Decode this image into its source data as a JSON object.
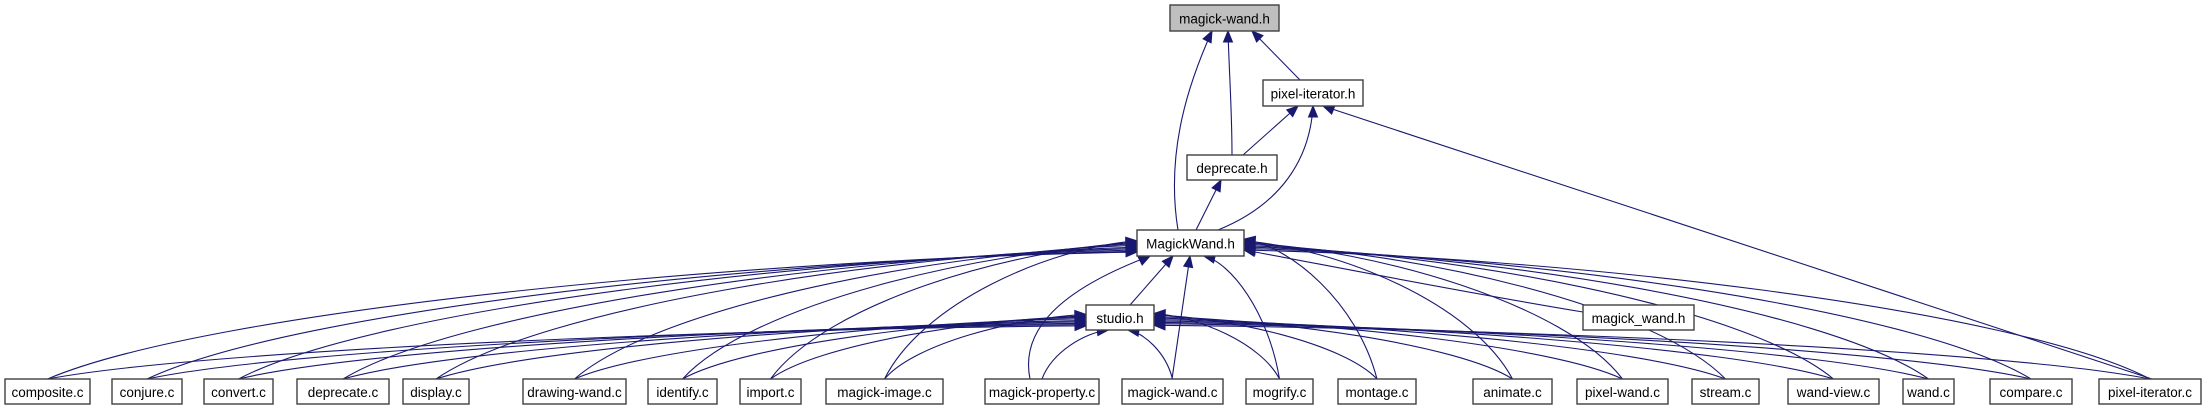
{
  "diagram": {
    "title": "magick-wand.h include dependency graph",
    "colors": {
      "edge": "#191970",
      "node_border": "#404040",
      "root_fill": "#bfbfbf",
      "node_fill": "#ffffff"
    },
    "nodes": [
      {
        "id": "magick-wand-h",
        "label": "magick-wand.h",
        "root": true
      },
      {
        "id": "pixel-iterator-h",
        "label": "pixel-iterator.h"
      },
      {
        "id": "deprecate-h",
        "label": "deprecate.h"
      },
      {
        "id": "MagickWand-h",
        "label": "MagickWand.h"
      },
      {
        "id": "studio-h",
        "label": "studio.h"
      },
      {
        "id": "magick_wand-h",
        "label": "magick_wand.h"
      },
      {
        "id": "composite-c",
        "label": "composite.c"
      },
      {
        "id": "conjure-c",
        "label": "conjure.c"
      },
      {
        "id": "convert-c",
        "label": "convert.c"
      },
      {
        "id": "deprecate-c",
        "label": "deprecate.c"
      },
      {
        "id": "display-c",
        "label": "display.c"
      },
      {
        "id": "drawing-wand-c",
        "label": "drawing-wand.c"
      },
      {
        "id": "identify-c",
        "label": "identify.c"
      },
      {
        "id": "import-c",
        "label": "import.c"
      },
      {
        "id": "magick-image-c",
        "label": "magick-image.c"
      },
      {
        "id": "magick-property-c",
        "label": "magick-property.c"
      },
      {
        "id": "magick-wand-c",
        "label": "magick-wand.c"
      },
      {
        "id": "mogrify-c",
        "label": "mogrify.c"
      },
      {
        "id": "montage-c",
        "label": "montage.c"
      },
      {
        "id": "animate-c",
        "label": "animate.c"
      },
      {
        "id": "pixel-wand-c",
        "label": "pixel-wand.c"
      },
      {
        "id": "stream-c",
        "label": "stream.c"
      },
      {
        "id": "wand-view-c",
        "label": "wand-view.c"
      },
      {
        "id": "wand-c",
        "label": "wand.c"
      },
      {
        "id": "compare-c",
        "label": "compare.c"
      },
      {
        "id": "pixel-iterator-c",
        "label": "pixel-iterator.c"
      }
    ],
    "edges": [
      {
        "from": "MagickWand-h",
        "to": "magick-wand-h"
      },
      {
        "from": "deprecate-h",
        "to": "magick-wand-h"
      },
      {
        "from": "pixel-iterator-h",
        "to": "magick-wand-h"
      },
      {
        "from": "deprecate-h",
        "to": "pixel-iterator-h"
      },
      {
        "from": "MagickWand-h",
        "to": "pixel-iterator-h"
      },
      {
        "from": "pixel-iterator-c",
        "to": "pixel-iterator-h"
      },
      {
        "from": "MagickWand-h",
        "to": "deprecate-h"
      },
      {
        "from": "studio-h",
        "to": "MagickWand-h"
      },
      {
        "from": "magick_wand-h",
        "to": "MagickWand-h"
      },
      {
        "from": "composite-c",
        "to": "MagickWand-h"
      },
      {
        "from": "conjure-c",
        "to": "MagickWand-h"
      },
      {
        "from": "convert-c",
        "to": "MagickWand-h"
      },
      {
        "from": "deprecate-c",
        "to": "MagickWand-h"
      },
      {
        "from": "display-c",
        "to": "MagickWand-h"
      },
      {
        "from": "drawing-wand-c",
        "to": "MagickWand-h"
      },
      {
        "from": "identify-c",
        "to": "MagickWand-h"
      },
      {
        "from": "import-c",
        "to": "MagickWand-h"
      },
      {
        "from": "magick-image-c",
        "to": "MagickWand-h"
      },
      {
        "from": "magick-property-c",
        "to": "MagickWand-h"
      },
      {
        "from": "magick-wand-c",
        "to": "MagickWand-h"
      },
      {
        "from": "mogrify-c",
        "to": "MagickWand-h"
      },
      {
        "from": "montage-c",
        "to": "MagickWand-h"
      },
      {
        "from": "animate-c",
        "to": "MagickWand-h"
      },
      {
        "from": "pixel-wand-c",
        "to": "MagickWand-h"
      },
      {
        "from": "stream-c",
        "to": "MagickWand-h"
      },
      {
        "from": "wand-view-c",
        "to": "MagickWand-h"
      },
      {
        "from": "wand-c",
        "to": "MagickWand-h"
      },
      {
        "from": "compare-c",
        "to": "MagickWand-h"
      },
      {
        "from": "pixel-iterator-c",
        "to": "MagickWand-h"
      },
      {
        "from": "composite-c",
        "to": "studio-h"
      },
      {
        "from": "conjure-c",
        "to": "studio-h"
      },
      {
        "from": "convert-c",
        "to": "studio-h"
      },
      {
        "from": "deprecate-c",
        "to": "studio-h"
      },
      {
        "from": "display-c",
        "to": "studio-h"
      },
      {
        "from": "drawing-wand-c",
        "to": "studio-h"
      },
      {
        "from": "identify-c",
        "to": "studio-h"
      },
      {
        "from": "import-c",
        "to": "studio-h"
      },
      {
        "from": "magick-image-c",
        "to": "studio-h"
      },
      {
        "from": "magick-property-c",
        "to": "studio-h"
      },
      {
        "from": "magick-wand-c",
        "to": "studio-h"
      },
      {
        "from": "mogrify-c",
        "to": "studio-h"
      },
      {
        "from": "montage-c",
        "to": "studio-h"
      },
      {
        "from": "animate-c",
        "to": "studio-h"
      },
      {
        "from": "pixel-wand-c",
        "to": "studio-h"
      },
      {
        "from": "stream-c",
        "to": "studio-h"
      },
      {
        "from": "wand-view-c",
        "to": "studio-h"
      },
      {
        "from": "wand-c",
        "to": "studio-h"
      },
      {
        "from": "compare-c",
        "to": "studio-h"
      },
      {
        "from": "pixel-iterator-c",
        "to": "studio-h"
      }
    ]
  }
}
